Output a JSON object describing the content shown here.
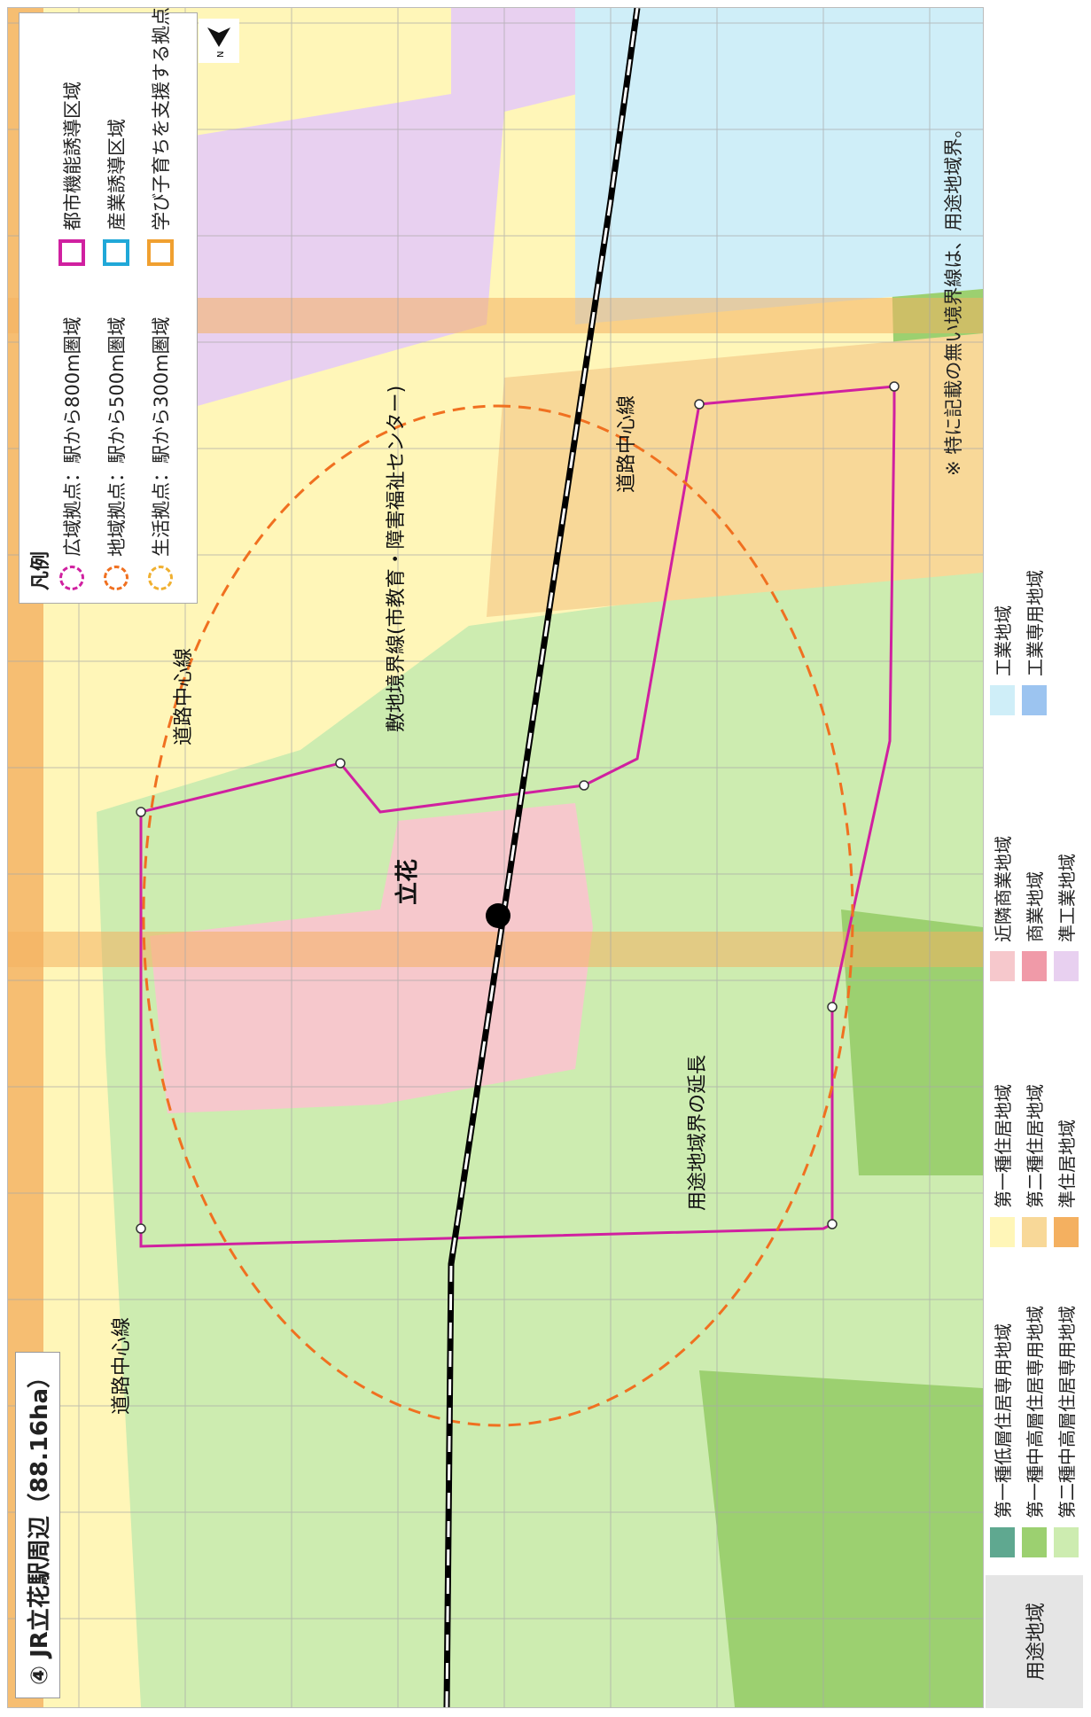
{
  "title": "④ JR立花駅周辺（88.16ha）",
  "station": {
    "name": "立花"
  },
  "map_labels": {
    "road_center_1": "道路中心線",
    "road_center_2": "道路中心線",
    "road_center_3": "道路中心線",
    "site_boundary": "敷地境界線(市教育・障害福祉センター)",
    "zone_extension": "用途地域界の延長"
  },
  "legend": {
    "heading": "凡例",
    "items": [
      {
        "label": "広域拠点：駅から800m圏域",
        "kind": "circle",
        "color": "#d020a0"
      },
      {
        "label": "地域拠点：駅から500m圏域",
        "kind": "circle",
        "color": "#f07020"
      },
      {
        "label": "生活拠点：駅から300m圏域",
        "kind": "circle",
        "color": "#f0b030"
      },
      {
        "label": "都市機能誘導区域",
        "kind": "square",
        "color": "#d020a0"
      },
      {
        "label": "産業誘導区域",
        "kind": "square",
        "color": "#20a8d8"
      },
      {
        "label": "学び子育ちを支援する拠点",
        "kind": "square",
        "color": "#f0a030"
      }
    ]
  },
  "zoning_legend": {
    "heading": "用途地域",
    "items": [
      {
        "label": "第一種低層住居専用地域",
        "color": "#5fa890"
      },
      {
        "label": "第一種中高層住居専用地域",
        "color": "#9cd070"
      },
      {
        "label": "第二種中高層住居専用地域",
        "color": "#cdecb0"
      },
      {
        "label": "第一種住居地域",
        "color": "#fff6b8"
      },
      {
        "label": "第二種住居地域",
        "color": "#f8d898"
      },
      {
        "label": "準住居地域",
        "color": "#f4b060"
      },
      {
        "label": "近隣商業地域",
        "color": "#f6c8cc"
      },
      {
        "label": "商業地域",
        "color": "#f09aa8"
      },
      {
        "label": "準工業地域",
        "color": "#e8d0f0"
      },
      {
        "label": "工業地域",
        "color": "#cfeef8"
      },
      {
        "label": "工業専用地域",
        "color": "#9cc4f0"
      }
    ]
  },
  "note": "※ 特に記載の無い境界線は、用途地域界。",
  "north_label": "N",
  "colors": {
    "boundary": "#d020a0",
    "radius_500": "#f07020",
    "rail": "#000000",
    "road_line": "#333333"
  }
}
